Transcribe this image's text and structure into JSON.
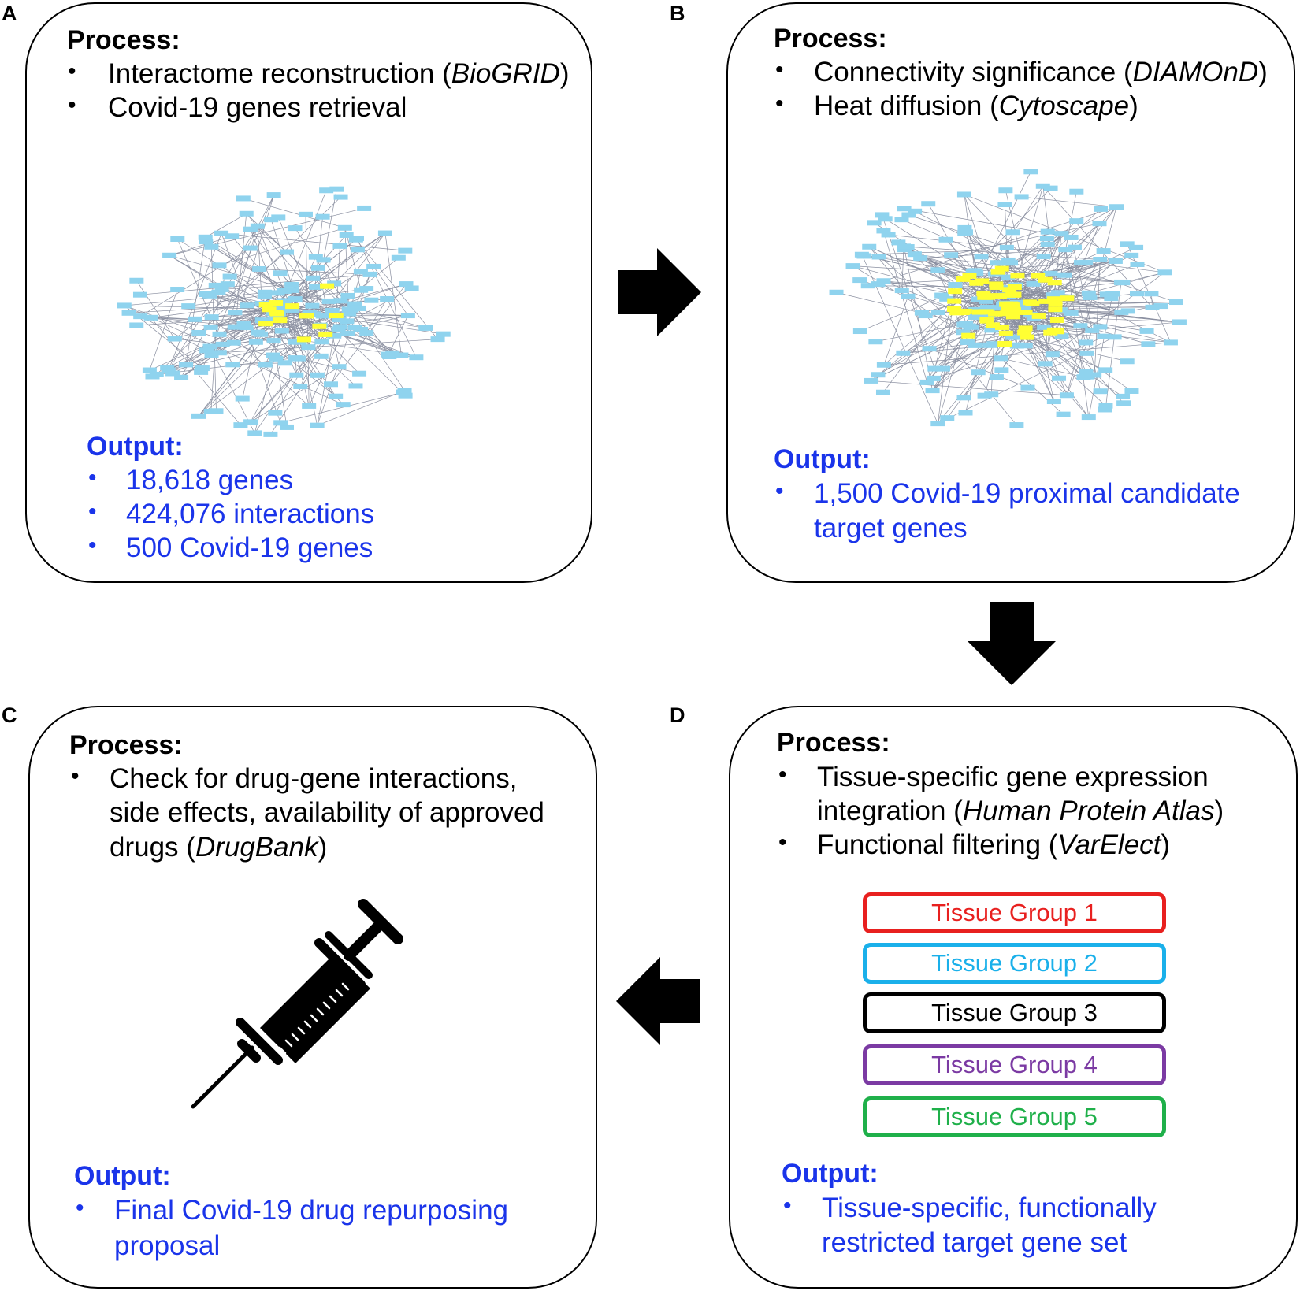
{
  "panels": [
    {
      "letter": "A",
      "process_title": "Process:",
      "process_items": [
        {
          "pre": "Interactome reconstruction (",
          "tool": "BioGRID",
          "post": ")"
        },
        {
          "pre": "Covid-19 genes retrieval",
          "tool": "",
          "post": ""
        }
      ],
      "output_title": "Output:",
      "output_items": [
        "18,618 genes",
        "424,076 interactions",
        "500 Covid-19 genes"
      ]
    },
    {
      "letter": "B",
      "process_title": "Process:",
      "process_items": [
        {
          "pre": "Connectivity significance (",
          "tool": "DIAMOnD",
          "post": ")"
        },
        {
          "pre": "Heat diffusion (",
          "tool": "Cytoscape",
          "post": ")"
        }
      ],
      "output_title": "Output:",
      "output_lines": [
        "1,500 Covid-19 proximal candidate",
        "target genes"
      ]
    },
    {
      "letter": "C",
      "process_title": "Process:",
      "process_lines": [
        "Check for drug-gene interactions,",
        "side effects, availability of approved"
      ],
      "process_line3_pre": "drugs (",
      "process_line3_tool": "DrugBank",
      "process_line3_post": ")",
      "output_title": "Output:",
      "output_lines": [
        "Final Covid-19 drug repurposing",
        "proposal"
      ]
    },
    {
      "letter": "D",
      "process_title": "Process:",
      "item1_line1": "Tissue-specific gene expression",
      "item1_line2_pre": "integration (",
      "item1_line2_tool": "Human Protein Atlas",
      "item1_line2_post": ")",
      "item2_pre": "Functional filtering (",
      "item2_tool": "VarElect",
      "item2_post": ")",
      "tissue_groups": [
        {
          "label": "Tissue Group 1",
          "color": "#e8201f"
        },
        {
          "label": "Tissue Group 2",
          "color": "#1ab0ea"
        },
        {
          "label": "Tissue Group 3",
          "color": "#000000"
        },
        {
          "label": "Tissue Group 4",
          "color": "#7b3aa3"
        },
        {
          "label": "Tissue Group 5",
          "color": "#1fb04a"
        }
      ],
      "output_title": "Output:",
      "output_lines": [
        "Tissue-specific, functionally",
        "restricted target gene set"
      ]
    }
  ],
  "bullet_char": "•",
  "colors": {
    "output": "#1a34ea",
    "node": "#8fd3ee",
    "node_highlight": "#ffff33"
  },
  "icons": {
    "syringe": "syringe-icon"
  }
}
